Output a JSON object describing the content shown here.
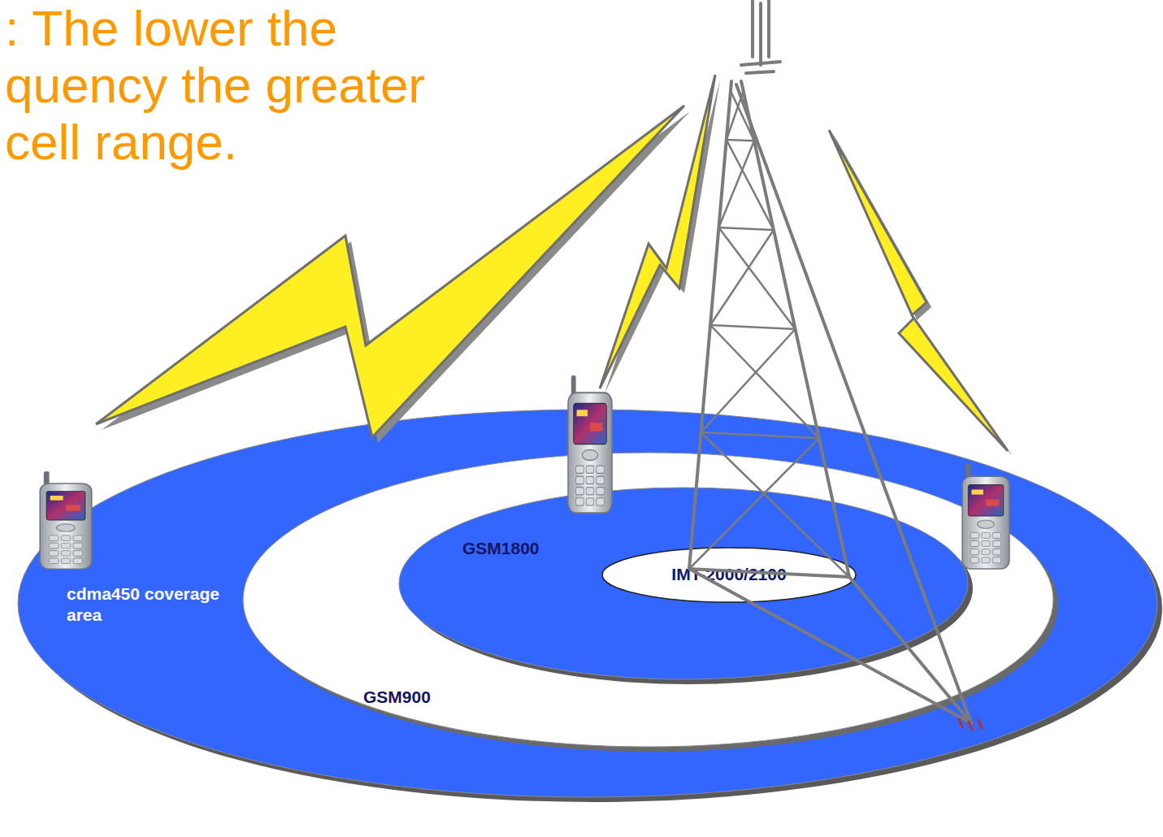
{
  "diagram": {
    "title": ": The lower the quency the greater cell range.",
    "nodes": [
      {
        "text": [
          "cdma450 coverage area"
        ]
      },
      {
        "text": [
          "GSM900"
        ],
        "in": 0
      },
      {
        "text": [
          "GSM1800"
        ],
        "in": 1
      },
      {
        "text": [
          "IMT-2000/2100"
        ],
        "in": 2
      }
    ]
  }
}
